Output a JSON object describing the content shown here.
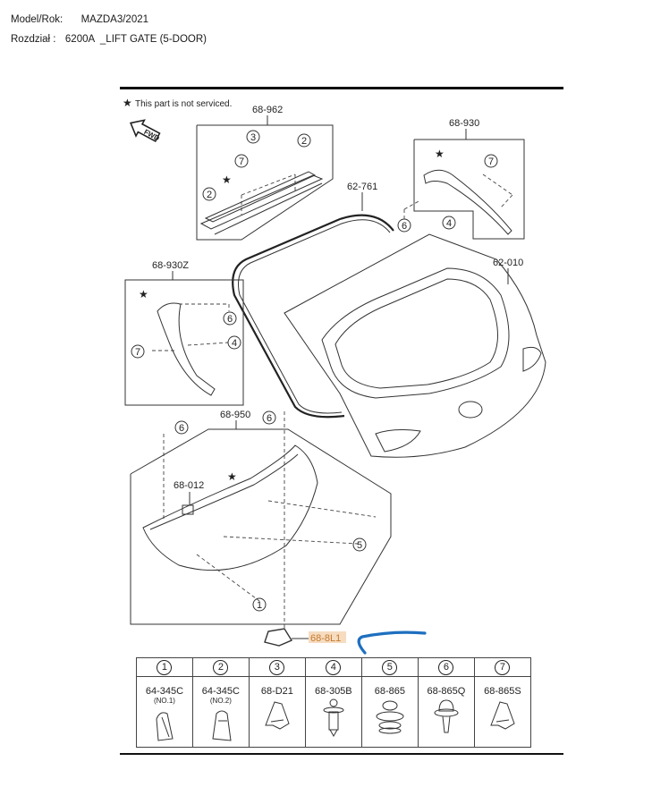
{
  "header": {
    "model_label": "Model/Rok:",
    "model_value": "MAZDA3/2021",
    "section_label": "Rozdział :",
    "section_value": "6200A  _LIFT GATE (5-DOOR)"
  },
  "diagram": {
    "legend_note": "This part is not serviced.",
    "legend_icon": "star-icon",
    "fwd_label": "FWD",
    "callouts": {
      "upper_spoiler_trim": "68-962",
      "right_pillar_trim": "68-930",
      "weatherstrip": "62-761",
      "liftgate_panel": "62-010",
      "left_pillar_trim": "68-930Z",
      "lower_trim": "68-950",
      "grip_cover": "68-012",
      "highlighted_part": "68-8L1"
    },
    "fastener_refs": [
      "1",
      "2",
      "3",
      "4",
      "5",
      "6",
      "7"
    ],
    "highlight_color": "#f6dcc0",
    "annotation_arrow_color": "#1e6fbf"
  },
  "fasteners_table": {
    "columns": [
      {
        "ref": "1",
        "part": "64-345C",
        "note": "(NO.1)"
      },
      {
        "ref": "2",
        "part": "64-345C",
        "note": "(NO.2)"
      },
      {
        "ref": "3",
        "part": "68-D21",
        "note": ""
      },
      {
        "ref": "4",
        "part": "68-305B",
        "note": ""
      },
      {
        "ref": "5",
        "part": "68-865",
        "note": ""
      },
      {
        "ref": "6",
        "part": "68-865Q",
        "note": ""
      },
      {
        "ref": "7",
        "part": "68-865S",
        "note": ""
      }
    ]
  }
}
